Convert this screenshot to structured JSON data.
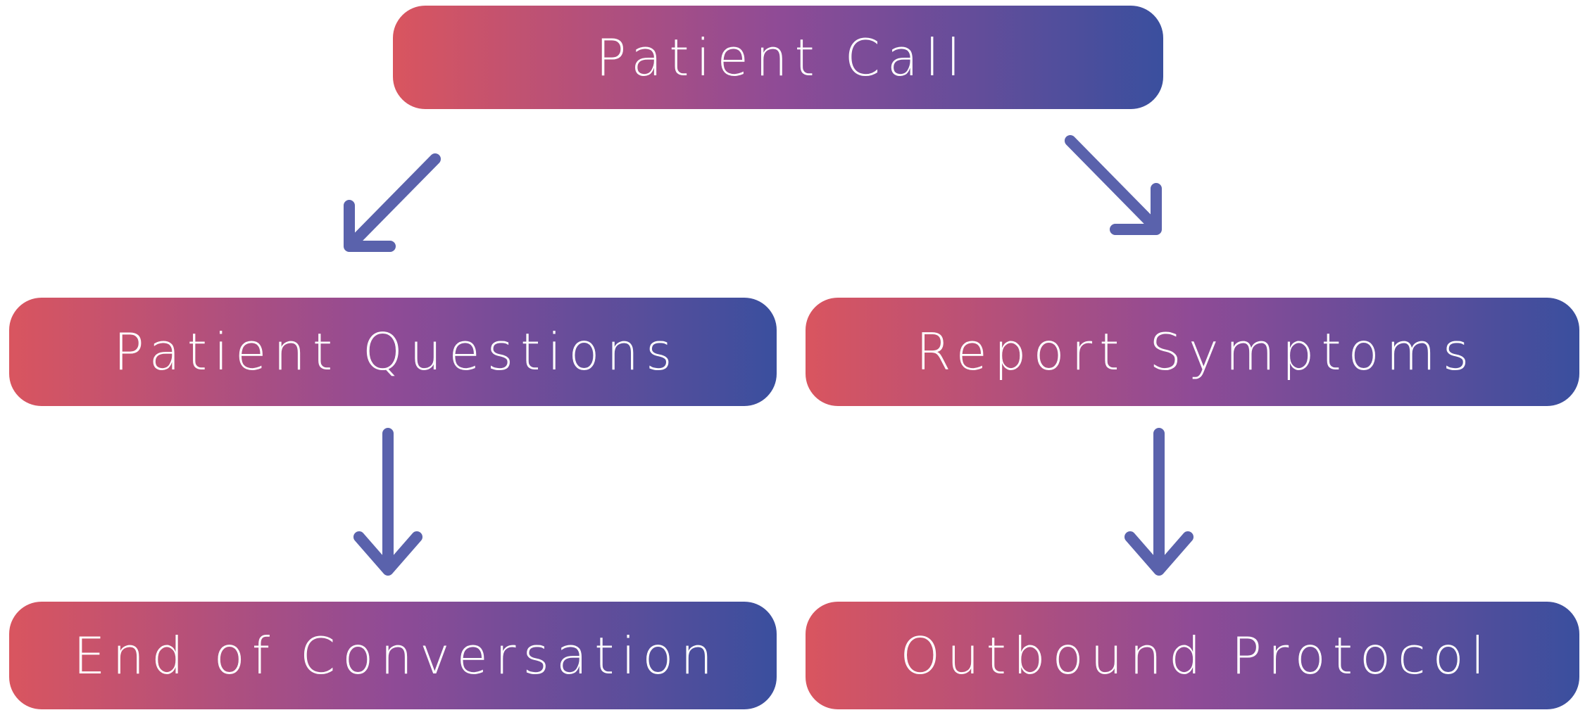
{
  "diagram": {
    "type": "flowchart",
    "nodes": {
      "patient_call": {
        "label": "Patient Call"
      },
      "patient_questions": {
        "label": "Patient Questions"
      },
      "report_symptoms": {
        "label": "Report Symptoms"
      },
      "end_of_conversation": {
        "label": "End of Conversation"
      },
      "outbound_protocol": {
        "label": "Outbound Protocol"
      }
    },
    "edges": [
      {
        "from": "Patient Call",
        "to": "Patient Questions",
        "direction": "down-left"
      },
      {
        "from": "Patient Call",
        "to": "Report Symptoms",
        "direction": "down-right"
      },
      {
        "from": "Patient Questions",
        "to": "End of Conversation",
        "direction": "down"
      },
      {
        "from": "Report Symptoms",
        "to": "Outbound Protocol",
        "direction": "down"
      }
    ],
    "colors": {
      "gradient_start": "#d9555f",
      "gradient_mid": "#8f4b96",
      "gradient_end": "#3a4f9e",
      "arrow": "#5a62ac",
      "text": "#ffffff",
      "background": "#ffffff"
    }
  }
}
